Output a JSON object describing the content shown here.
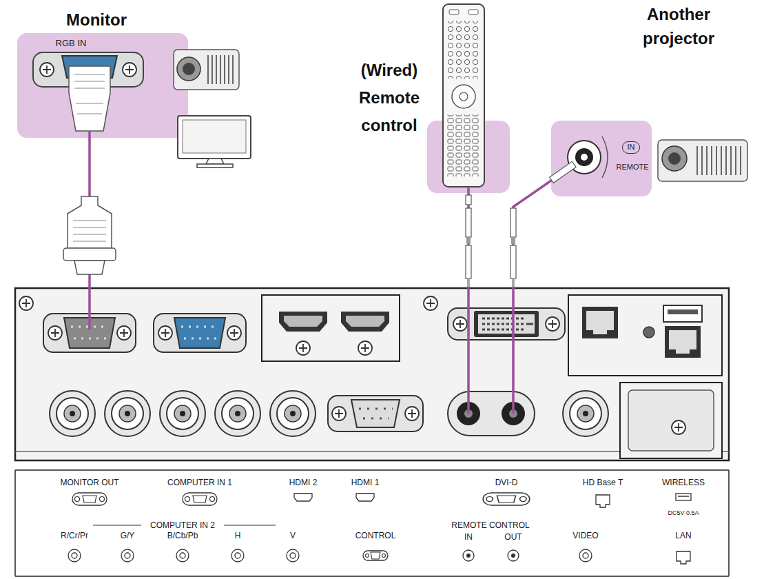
{
  "diagram": {
    "nodes": [
      {
        "text": [
          "Monitor",
          "RGB IN"
        ]
      },
      {
        "text": [
          "(Wired) Remote control"
        ]
      },
      {
        "text": [
          "Another projector",
          "IN",
          "REMOTE"
        ]
      },
      {
        "text": [
          "MONITOR OUT",
          "COMPUTER IN 1",
          "HDMI 2",
          "HDMI 1",
          "DVI-D",
          "HD Base T",
          "WIRELESS",
          "DC5V 0.5A",
          "COMPUTER IN 2",
          "REMOTE CONTROL",
          "R/Cr/Pr",
          "G/Y",
          "B/Cb/Pb",
          "H",
          "V",
          "CONTROL",
          "IN",
          "OUT",
          "VIDEO",
          "LAN"
        ]
      }
    ],
    "edges": [
      {
        "from": 0,
        "to": 3,
        "arrow": "none"
      },
      {
        "from": 1,
        "to": 3,
        "arrow": "none"
      },
      {
        "from": 2,
        "to": 3,
        "arrow": "none"
      }
    ]
  }
}
